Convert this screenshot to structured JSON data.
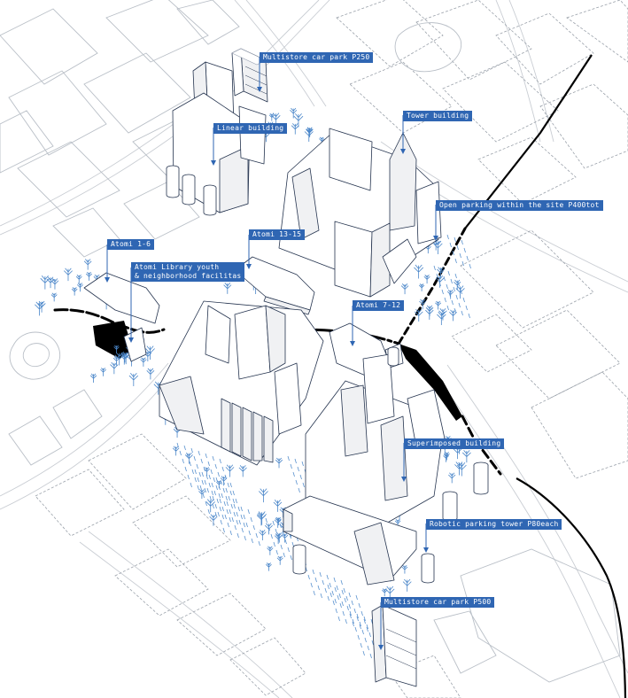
{
  "labels": {
    "multistore_p250": "Multistore car park P250",
    "linear_building": "Linear building",
    "tower_building": "Tower building",
    "open_parking": "Open parking within the site P400tot",
    "atomi_13_15": "Atomi 13-15",
    "atomi_1_6": "Atomi 1-6",
    "atomi_library": "Atomi Library youth\n& neighborhood facilitas",
    "atomi_7_12": "Atomi 7-12",
    "superimposed_building": "Superimposed building",
    "robotic_parking": "Robotic parking tower P80each",
    "multistore_p500": "Multistore car park P500"
  },
  "colors": {
    "label_bg": "#2f66b3",
    "label_text": "#ffffff",
    "building_stroke": "#25344f",
    "context_lines": "#b9bfc7",
    "trees": "#4a86c9",
    "railway": "#000000"
  }
}
